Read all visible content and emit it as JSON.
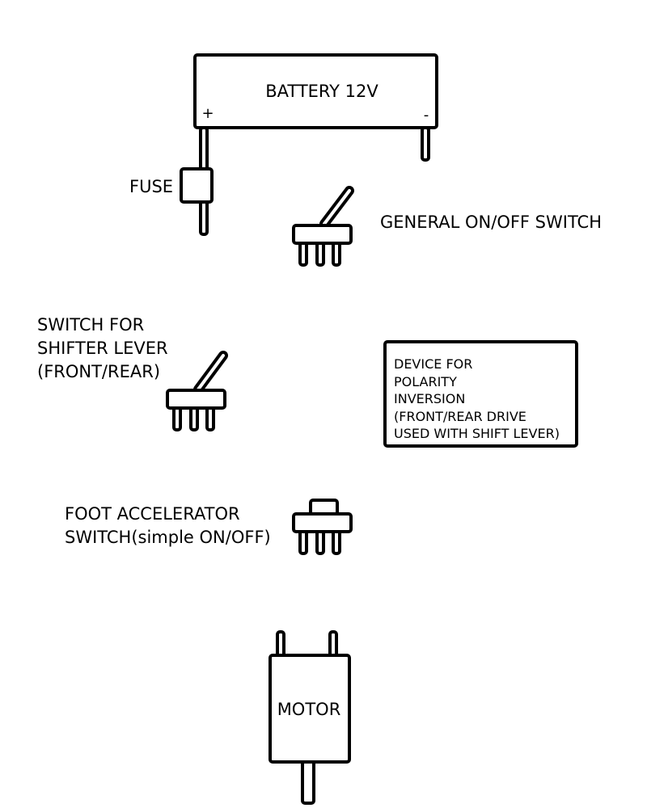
{
  "battery": {
    "label": "BATTERY 12V",
    "plus": "+",
    "minus": "-"
  },
  "fuse": {
    "label": "FUSE"
  },
  "general_switch": {
    "label": "GENERAL ON/OFF SWITCH"
  },
  "shifter_switch": {
    "lines": [
      "SWITCH FOR",
      "SHIFTER LEVER",
      "(FRONT/REAR)"
    ]
  },
  "polarity_device": {
    "lines": [
      "DEVICE FOR",
      "POLARITY",
      "INVERSION",
      "(FRONT/REAR DRIVE",
      "USED WITH SHIFT LEVER)"
    ]
  },
  "foot_switch": {
    "lines": [
      "FOOT ACCELERATOR",
      "SWITCH(simple ON/OFF)"
    ]
  },
  "motor": {
    "label": "MOTOR"
  }
}
